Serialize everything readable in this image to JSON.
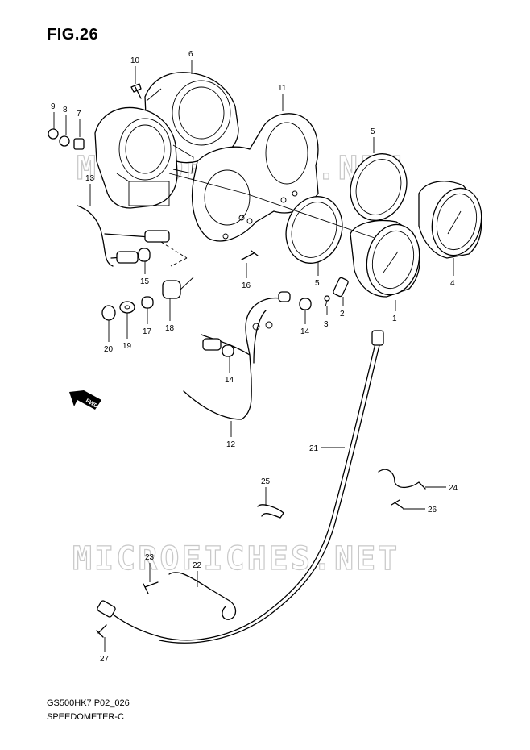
{
  "figure": {
    "title": "FIG.26",
    "model_code": "GS500HK7 P02_026",
    "assembly_name": "SPEEDOMETER-C"
  },
  "watermark": "MICROFICHES.NET",
  "direction_badge": "FWD",
  "callouts": [
    "1",
    "2",
    "3",
    "4",
    "5",
    "5",
    "6",
    "7",
    "8",
    "9",
    "10",
    "11",
    "12",
    "13",
    "14",
    "14",
    "15",
    "16",
    "17",
    "18",
    "19",
    "20",
    "21",
    "22",
    "23",
    "24",
    "25",
    "26",
    "27"
  ]
}
